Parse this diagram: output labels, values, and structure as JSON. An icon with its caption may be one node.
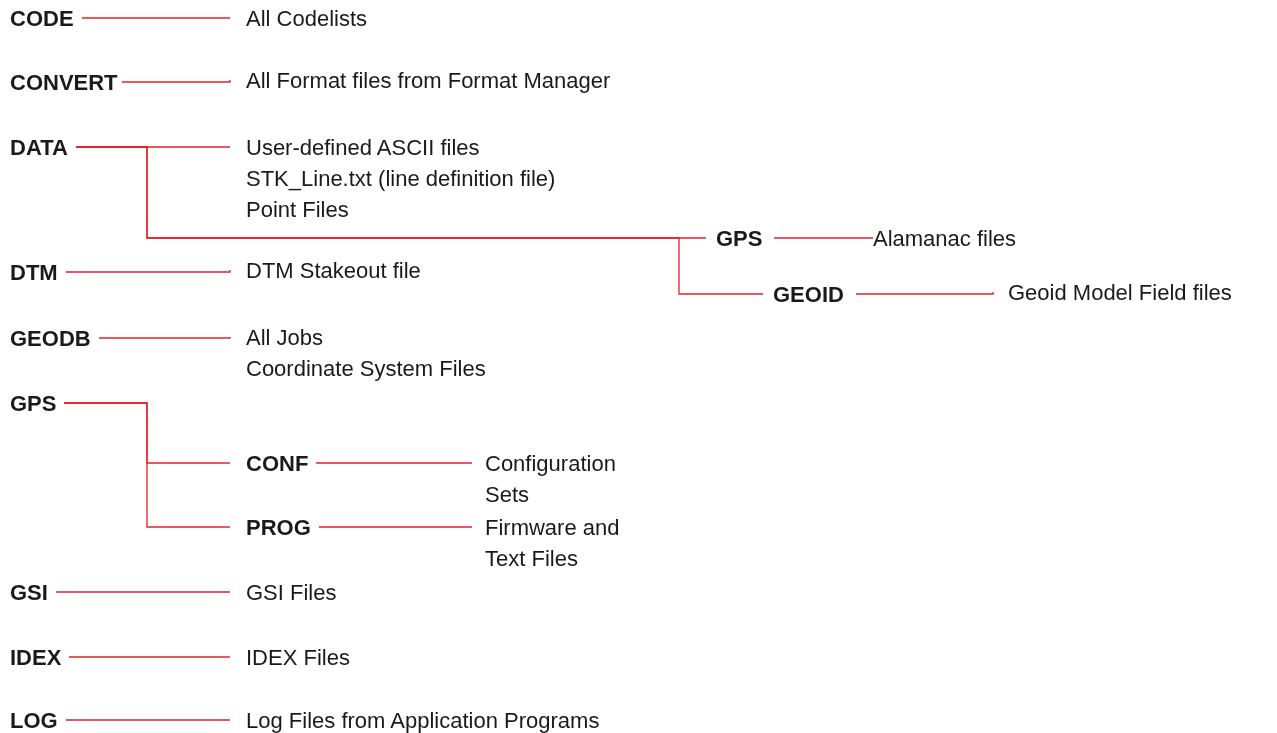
{
  "diagram": {
    "nodes": [
      {
        "text": [
          "CODE"
        ]
      },
      {
        "text": [
          "All Codelists"
        ]
      },
      {
        "text": [
          "CONVERT"
        ]
      },
      {
        "text": [
          "All Format files from Format Manager"
        ]
      },
      {
        "text": [
          "DATA"
        ]
      },
      {
        "text": [
          "User-defined ASCII files",
          "STK_Line.txt (line definition file)",
          "Point Files"
        ]
      },
      {
        "text": [
          "GPS"
        ]
      },
      {
        "text": [
          "Alamanac files"
        ]
      },
      {
        "text": [
          "GEOID"
        ]
      },
      {
        "text": [
          "Geoid Model Field files"
        ]
      },
      {
        "text": [
          "DTM"
        ]
      },
      {
        "text": [
          "DTM Stakeout file"
        ]
      },
      {
        "text": [
          "GEODB"
        ]
      },
      {
        "text": [
          "All Jobs",
          "Coordinate System Files"
        ]
      },
      {
        "text": [
          "GPS"
        ]
      },
      {
        "text": [
          "CONF"
        ]
      },
      {
        "text": [
          "Configuration Sets"
        ]
      },
      {
        "text": [
          "PROG"
        ]
      },
      {
        "text": [
          "Firmware and Text Files"
        ]
      },
      {
        "text": [
          "GSI"
        ]
      },
      {
        "text": [
          "GSI Files"
        ]
      },
      {
        "text": [
          "IDEX"
        ]
      },
      {
        "text": [
          "IDEX Files"
        ]
      },
      {
        "text": [
          "LOG"
        ]
      },
      {
        "text": [
          "Log Files from Application Programs"
        ]
      }
    ],
    "edges": [
      {
        "from": 0,
        "to": 1,
        "arrow": "none"
      },
      {
        "from": 2,
        "to": 3,
        "arrow": "none"
      },
      {
        "from": 4,
        "to": 5,
        "arrow": "none"
      },
      {
        "from": 4,
        "to": 6,
        "arrow": "none"
      },
      {
        "from": 4,
        "to": 8,
        "arrow": "none"
      },
      {
        "from": 6,
        "to": 7,
        "arrow": "none"
      },
      {
        "from": 8,
        "to": 9,
        "arrow": "none"
      },
      {
        "from": 10,
        "to": 11,
        "arrow": "none"
      },
      {
        "from": 12,
        "to": 13,
        "arrow": "none"
      },
      {
        "from": 14,
        "to": 15,
        "arrow": "none"
      },
      {
        "from": 14,
        "to": 17,
        "arrow": "none"
      },
      {
        "from": 15,
        "to": 16,
        "arrow": "none"
      },
      {
        "from": 17,
        "to": 18,
        "arrow": "none"
      },
      {
        "from": 19,
        "to": 20,
        "arrow": "none"
      },
      {
        "from": 21,
        "to": 22,
        "arrow": "none"
      },
      {
        "from": 23,
        "to": 24,
        "arrow": "none"
      }
    ]
  }
}
